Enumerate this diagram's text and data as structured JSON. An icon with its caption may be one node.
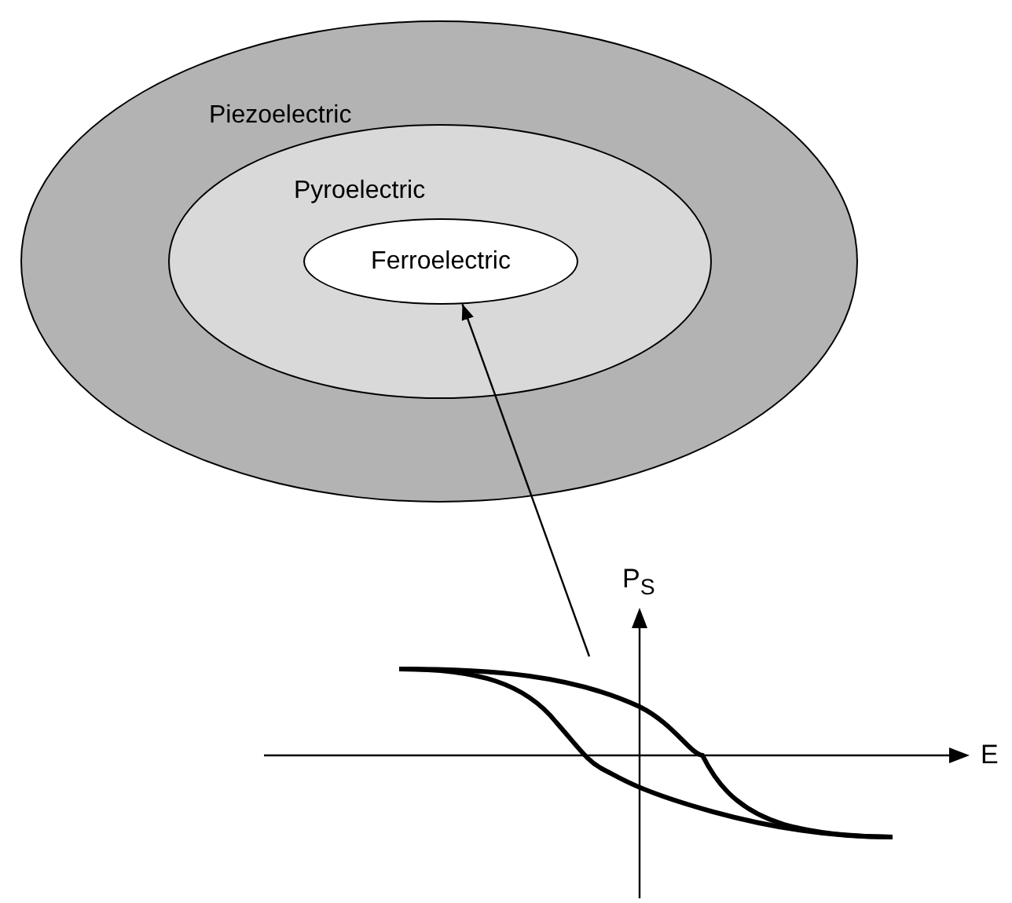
{
  "diagram": {
    "nodes": [
      {
        "text": [
          "Piezoelectric"
        ]
      },
      {
        "text": [
          "Pyroelectric"
        ],
        "in": 0
      },
      {
        "text": [
          "Ferroelectric"
        ],
        "in": 1
      },
      {
        "text": [],
        "shape": "picture"
      }
    ],
    "edges": [
      {
        "from": 3,
        "to": 2,
        "arrow": "to"
      }
    ],
    "labels": [
      "P$_{S}$",
      "E"
    ]
  }
}
